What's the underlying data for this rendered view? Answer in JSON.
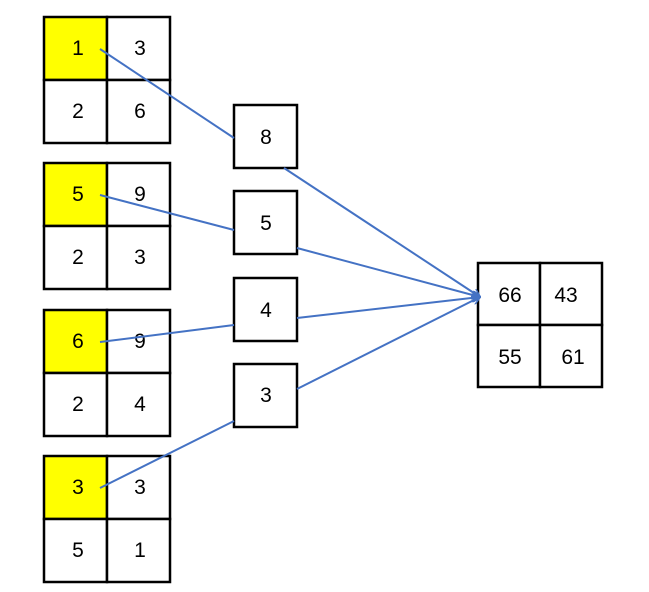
{
  "colors": {
    "highlight": "#ffff00",
    "cell_fill": "#ffffff",
    "border": "#000000",
    "arrow": "#4472c4",
    "text": "#000000"
  },
  "input_matrices": [
    {
      "cells": [
        "1",
        "3",
        "2",
        "6"
      ],
      "highlighted_index": 0
    },
    {
      "cells": [
        "5",
        "9",
        "2",
        "3"
      ],
      "highlighted_index": 0
    },
    {
      "cells": [
        "6",
        "9",
        "2",
        "4"
      ],
      "highlighted_index": 0
    },
    {
      "cells": [
        "3",
        "3",
        "5",
        "1"
      ],
      "highlighted_index": 0
    }
  ],
  "weights": [
    "8",
    "5",
    "4",
    "3"
  ],
  "output_matrix": {
    "cells": [
      "66",
      "43",
      "55",
      "61"
    ]
  }
}
